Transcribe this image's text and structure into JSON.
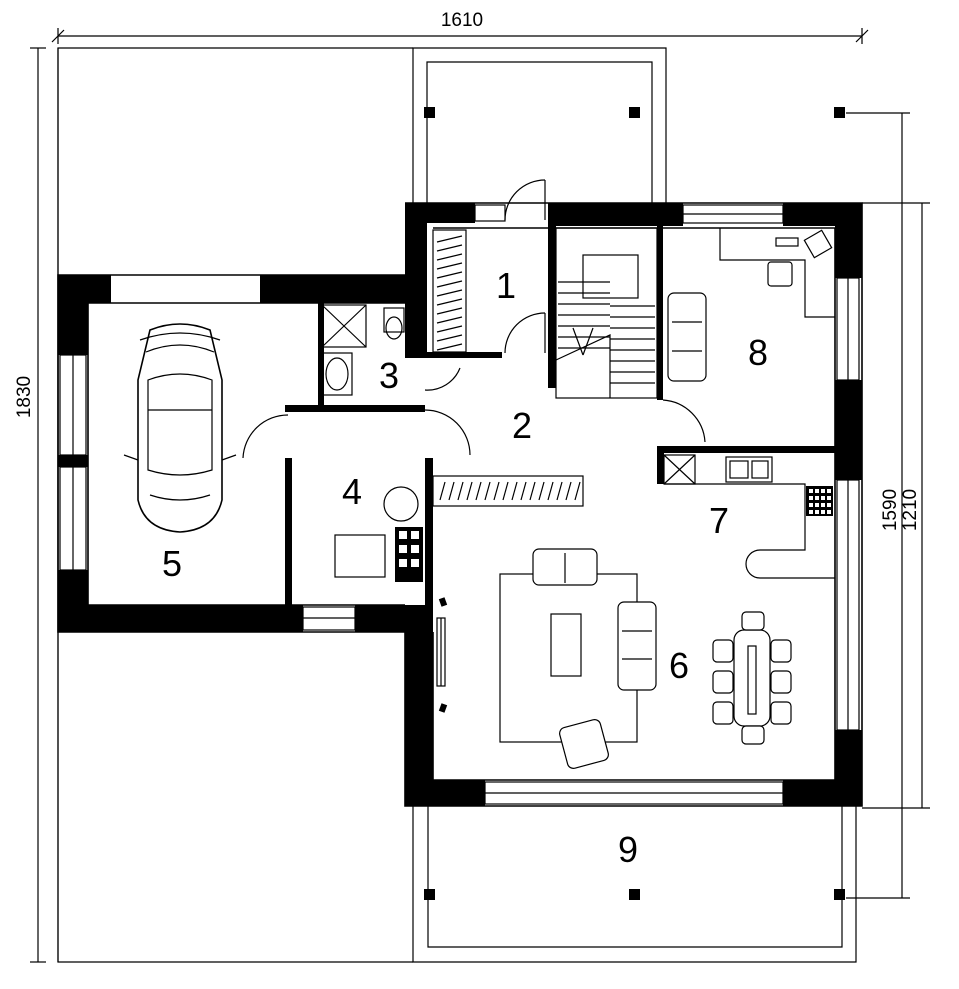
{
  "dimensions": {
    "top": "1610",
    "left": "1830",
    "right_outer": "1590",
    "right_inner": "1210"
  },
  "rooms": {
    "r1": "1",
    "r2": "2",
    "r3": "3",
    "r4": "4",
    "r5": "5",
    "r6": "6",
    "r7": "7",
    "r8": "8",
    "r9": "9"
  }
}
